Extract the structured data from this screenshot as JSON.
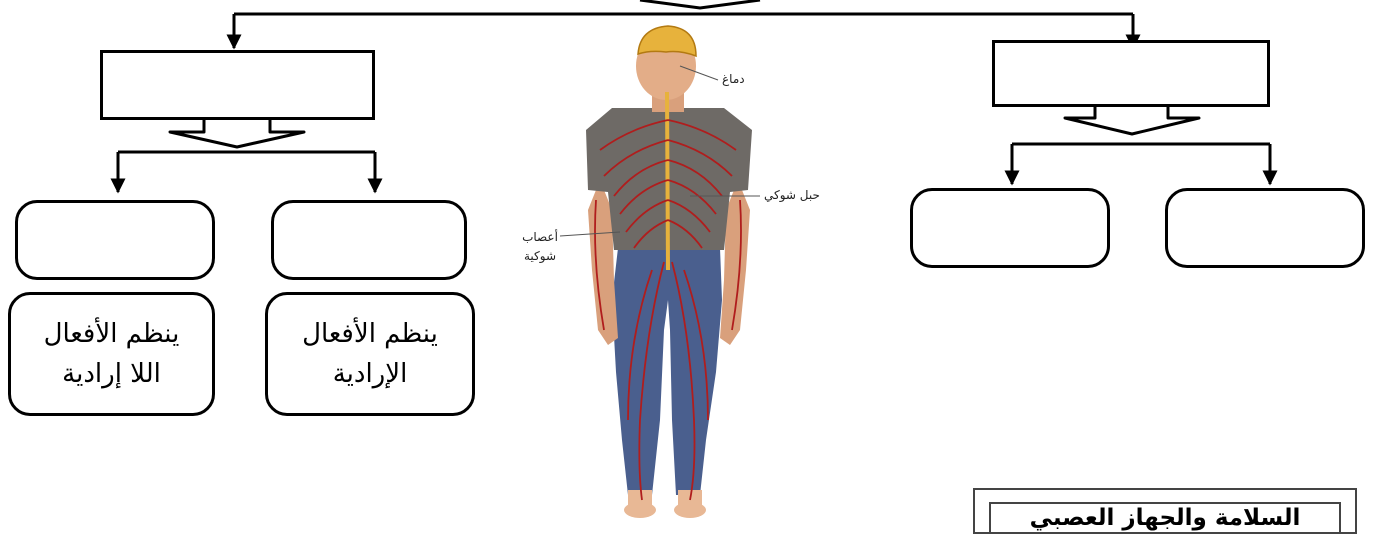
{
  "functions": {
    "voluntary": "ينظم الأفعال الإرادية",
    "involuntary": "ينظم الأفعال اللا إرادية"
  },
  "figure_labels": {
    "brain": "دماغ",
    "spinal_cord": "حبل شوكي",
    "spinal_nerves": "أعصاب شوكية"
  },
  "title": "السلامة والجهاز العصبي"
}
